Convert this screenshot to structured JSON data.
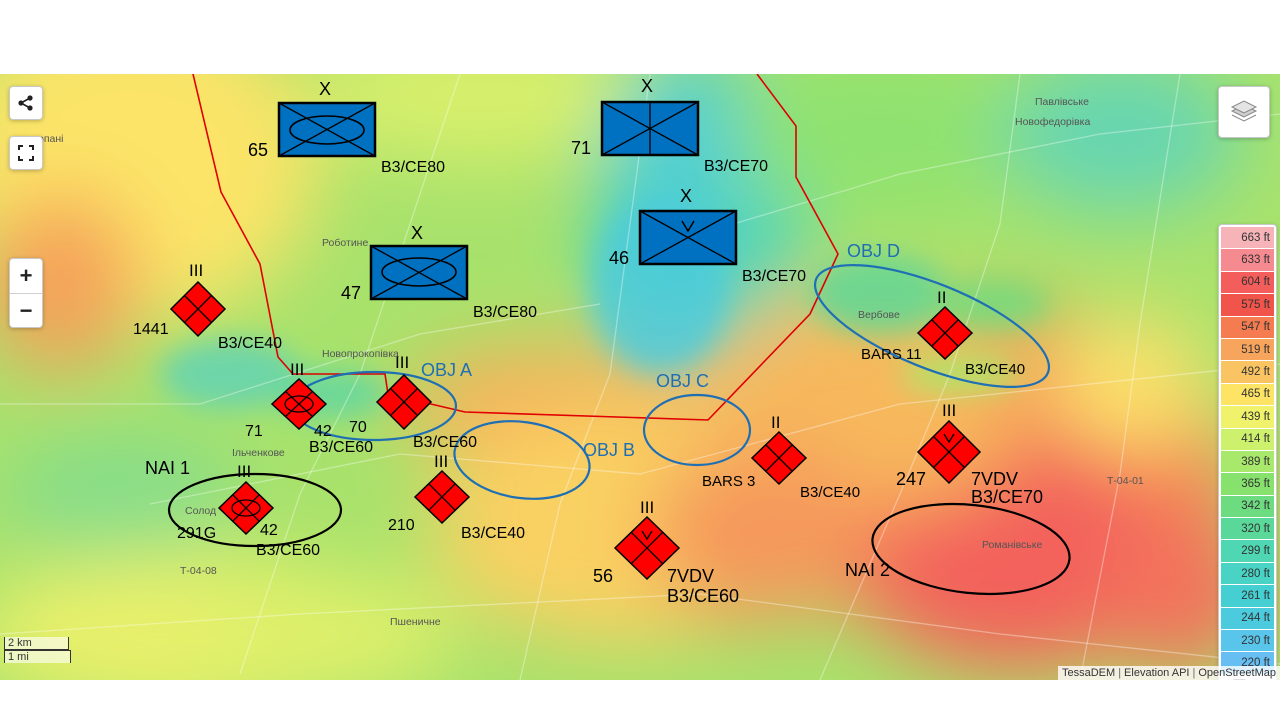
{
  "attribution": [
    "TessaDEM",
    "Elevation API",
    "OpenStreetMap"
  ],
  "scale_bar": {
    "metric": "2 km",
    "imperial": "1 mi"
  },
  "controls": {
    "zoom_in": "+",
    "zoom_out": "−"
  },
  "elevation_legend": {
    "unit": "ft",
    "stops": [
      {
        "label": "663 ft",
        "color": "#f6b4b9"
      },
      {
        "label": "633 ft",
        "color": "#f58b91"
      },
      {
        "label": "604 ft",
        "color": "#f35d5c"
      },
      {
        "label": "575 ft",
        "color": "#f0544a"
      },
      {
        "label": "547 ft",
        "color": "#f47c50"
      },
      {
        "label": "519 ft",
        "color": "#f7a45c"
      },
      {
        "label": "492 ft",
        "color": "#fbc462"
      },
      {
        "label": "465 ft",
        "color": "#fde465"
      },
      {
        "label": "439 ft",
        "color": "#eff26a"
      },
      {
        "label": "414 ft",
        "color": "#cdf06d"
      },
      {
        "label": "389 ft",
        "color": "#a8e96c"
      },
      {
        "label": "365 ft",
        "color": "#86e26d"
      },
      {
        "label": "342 ft",
        "color": "#6ddc80"
      },
      {
        "label": "320 ft",
        "color": "#5ad89a"
      },
      {
        "label": "299 ft",
        "color": "#4fd6b3"
      },
      {
        "label": "280 ft",
        "color": "#48d3c5"
      },
      {
        "label": "261 ft",
        "color": "#45cfd3"
      },
      {
        "label": "244 ft",
        "color": "#4ccbdf"
      },
      {
        "label": "230 ft",
        "color": "#5ac5eb"
      },
      {
        "label": "220 ft",
        "color": "#67bef3"
      }
    ]
  },
  "places": [
    {
      "name": "Павлівське"
    },
    {
      "name": "Новофедорівка"
    },
    {
      "name": "Роботине"
    },
    {
      "name": "Новопрокопівка"
    },
    {
      "name": "Вербове"
    },
    {
      "name": "Ільченкове"
    },
    {
      "name": "Солод"
    },
    {
      "name": "Т-04-08"
    },
    {
      "name": "Т-04-01"
    },
    {
      "name": "Романівське"
    },
    {
      "name": "Пшеничне"
    },
    {
      "name": "опані"
    }
  ],
  "objectives": [
    {
      "label": "OBJ A"
    },
    {
      "label": "OBJ B"
    },
    {
      "label": "OBJ C"
    },
    {
      "label": "OBJ D"
    }
  ],
  "nais": [
    {
      "label": "NAI 1"
    },
    {
      "label": "NAI 2"
    }
  ],
  "friendly_units": [
    {
      "echelon": "X",
      "number": "65",
      "cap": "B3/CE80",
      "kind": "armored"
    },
    {
      "echelon": "X",
      "number": "71",
      "cap": "B3/CE70",
      "kind": "infantry"
    },
    {
      "echelon": "X",
      "number": "46",
      "cap": "B3/CE70",
      "kind": "airborne"
    },
    {
      "echelon": "X",
      "number": "47",
      "cap": "B3/CE80",
      "kind": "armored"
    }
  ],
  "enemy_units": [
    {
      "echelon": "III",
      "number": "1441",
      "extra": "",
      "cap": "B3/CE40",
      "kind": "infantry"
    },
    {
      "echelon": "III",
      "number": "71",
      "extra": "42",
      "cap": "B3/CE60",
      "kind": "mechanized"
    },
    {
      "echelon": "III",
      "number": "70",
      "extra": "",
      "cap": "B3/CE60",
      "kind": "infantry"
    },
    {
      "echelon": "III",
      "number": "291G",
      "extra": "42",
      "cap": "B3/CE60",
      "kind": "mechanized"
    },
    {
      "echelon": "III",
      "number": "210",
      "extra": "",
      "cap": "B3/CE40",
      "kind": "infantry"
    },
    {
      "echelon": "III",
      "number": "56",
      "extra": "7VDV",
      "cap": "B3/CE60",
      "kind": "airborne"
    },
    {
      "echelon": "II",
      "number": "BARS 3",
      "extra": "",
      "cap": "B3/CE40",
      "kind": "infantry"
    },
    {
      "echelon": "III",
      "number": "247",
      "extra": "7VDV",
      "cap": "B3/CE70",
      "kind": "airborne"
    },
    {
      "echelon": "II",
      "number": "BARS 11",
      "extra": "",
      "cap": "B3/CE40",
      "kind": "infantry"
    }
  ],
  "colors": {
    "friendly_fill": "#0070c0",
    "enemy_fill": "#ff0000",
    "objective_stroke": "#1f6fb5",
    "nai_stroke": "#000000",
    "front_line": "#e00000"
  },
  "icons": {
    "share": "share-icon",
    "fullscreen": "fullscreen-icon",
    "layers": "layers-icon",
    "lock": "lock-icon"
  }
}
